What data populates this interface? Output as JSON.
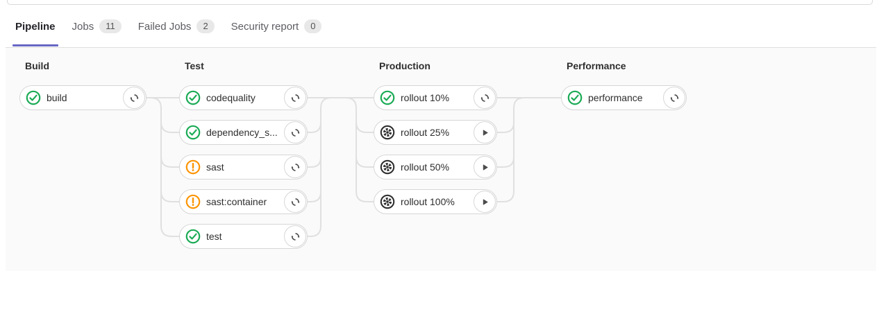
{
  "tabs": [
    {
      "label": "Pipeline",
      "active": true
    },
    {
      "label": "Jobs",
      "badge": "11"
    },
    {
      "label": "Failed Jobs",
      "badge": "2"
    },
    {
      "label": "Security report",
      "badge": "0"
    }
  ],
  "stages": [
    {
      "name": "Build",
      "jobs": [
        {
          "label": "build",
          "status": "success",
          "action": "retry"
        }
      ]
    },
    {
      "name": "Test",
      "jobs": [
        {
          "label": "codequality",
          "status": "success",
          "action": "retry"
        },
        {
          "label": "dependency_s...",
          "status": "success",
          "action": "retry"
        },
        {
          "label": "sast",
          "status": "warning",
          "action": "retry"
        },
        {
          "label": "sast:container",
          "status": "warning",
          "action": "retry"
        },
        {
          "label": "test",
          "status": "success",
          "action": "retry"
        }
      ]
    },
    {
      "name": "Production",
      "jobs": [
        {
          "label": "rollout 10%",
          "status": "success",
          "action": "retry"
        },
        {
          "label": "rollout 25%",
          "status": "manual",
          "action": "play"
        },
        {
          "label": "rollout 50%",
          "status": "manual",
          "action": "play"
        },
        {
          "label": "rollout 100%",
          "status": "manual",
          "action": "play"
        }
      ]
    },
    {
      "name": "Performance",
      "jobs": [
        {
          "label": "performance",
          "status": "success",
          "action": "retry"
        }
      ]
    }
  ],
  "colors": {
    "accent_tab_underline": "#6666c4",
    "status_success": "#1aaa55",
    "status_warning": "#fc9403",
    "status_manual": "#2e2e2e",
    "connector_line": "#e0e0e0",
    "graph_background": "#fafafa"
  }
}
